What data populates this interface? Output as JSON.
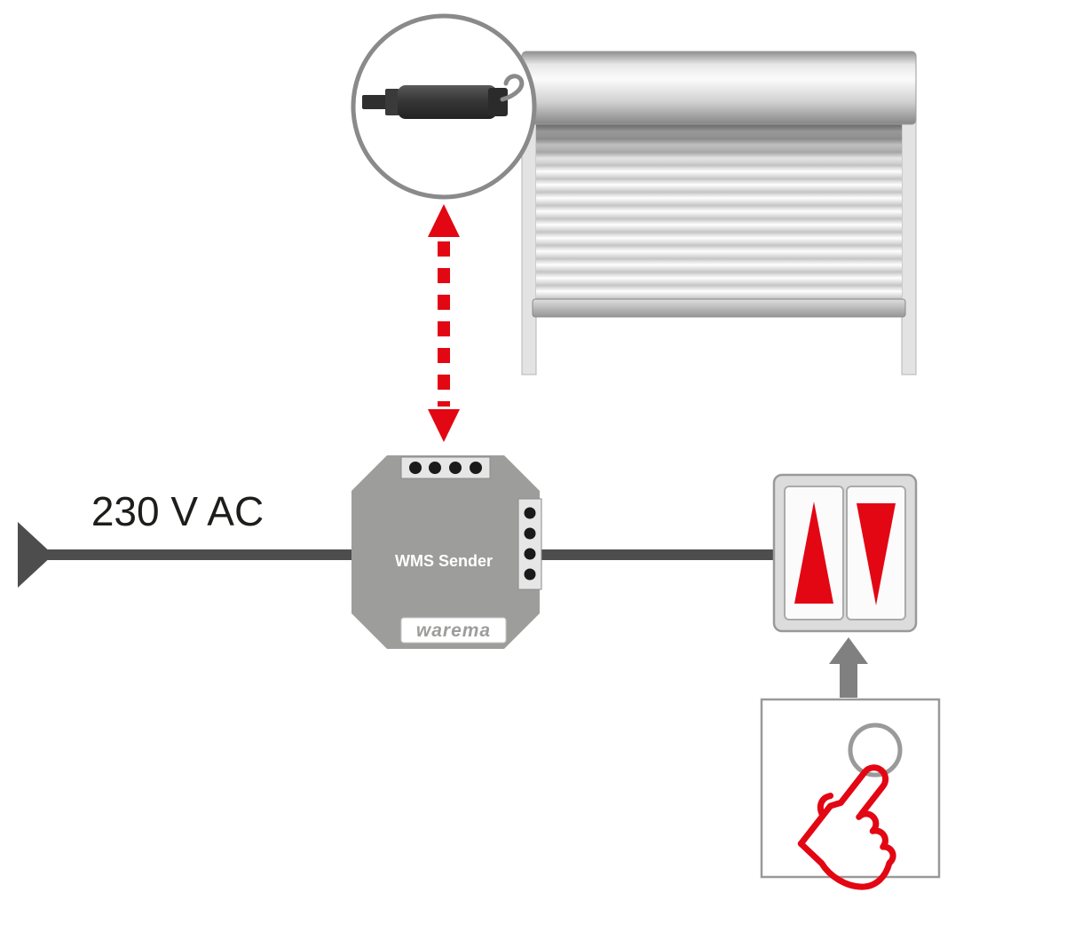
{
  "diagram": {
    "power_source": {
      "label": "230 V AC"
    },
    "sender": {
      "label": "WMS Sender",
      "brand": "warema"
    }
  },
  "colors": {
    "accent_red": "#e30613",
    "wire_dark": "#4d4d4d",
    "device_gray": "#9d9d9c",
    "arrow_gray": "#808080",
    "outline_gray": "#8a8a8a"
  }
}
